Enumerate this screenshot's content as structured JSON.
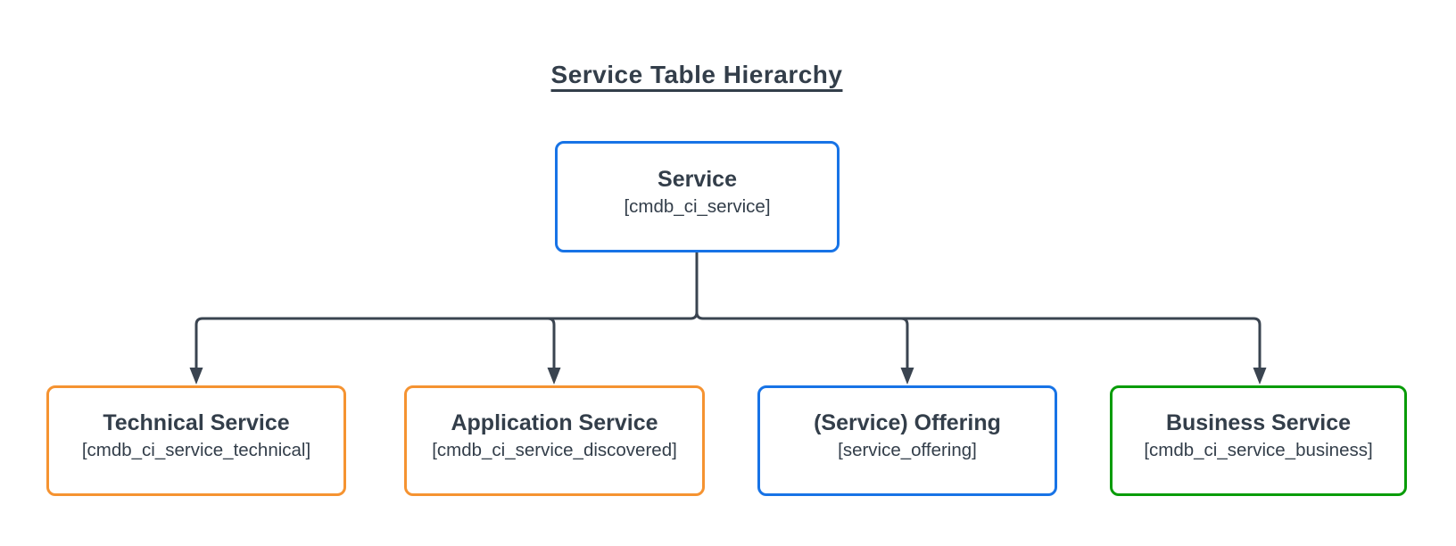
{
  "title": "Service Table Hierarchy",
  "root": {
    "label": "Service",
    "table": "[cmdb_ci_service]",
    "border_color": "#1773e6"
  },
  "children": [
    {
      "label": "Technical Service",
      "table": "[cmdb_ci_service_technical]",
      "border_color": "#f59331"
    },
    {
      "label": "Application Service",
      "table": "[cmdb_ci_service_discovered]",
      "border_color": "#f59331"
    },
    {
      "label": "(Service) Offering",
      "table": "[service_offering]",
      "border_color": "#1773e6"
    },
    {
      "label": "Business Service",
      "table": "[cmdb_ci_service_business]",
      "border_color": "#089c08"
    }
  ],
  "colors": {
    "connector": "#3a4450",
    "text": "#333e4a",
    "background": "#ffffff",
    "blue": "#1773e6",
    "orange": "#f59331",
    "green": "#089c08"
  }
}
